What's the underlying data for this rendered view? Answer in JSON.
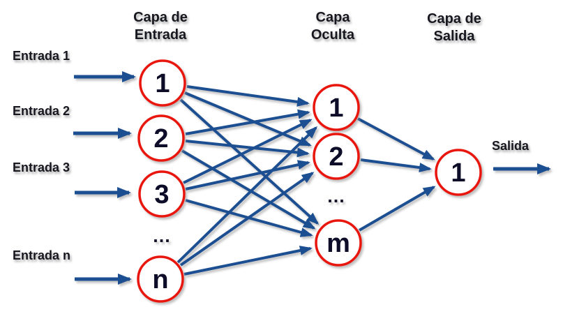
{
  "diagram": {
    "type": "neural-network",
    "background_color": "#ffffff",
    "colors": {
      "arrow": "#1e4f91",
      "node_border": "#e8150d",
      "node_fill": "#ffffff",
      "node_text": "#10102a",
      "label_text": "#17171f"
    },
    "layer_headers": [
      {
        "id": "input",
        "line1": "Capa de",
        "line2": "Entrada"
      },
      {
        "id": "hidden",
        "line1": "Capa",
        "line2": "Oculta"
      },
      {
        "id": "output",
        "line1": "Capa de",
        "line2": "Salida"
      }
    ],
    "input_labels": [
      {
        "text": "Entrada 1"
      },
      {
        "text": "Entrada 2"
      },
      {
        "text": "Entrada 3"
      },
      {
        "text": "Entrada n"
      }
    ],
    "output_label": "Salida",
    "nodes": [
      {
        "id": "input-1",
        "layer": "input",
        "label": "1"
      },
      {
        "id": "input-2",
        "layer": "input",
        "label": "2"
      },
      {
        "id": "input-3",
        "layer": "input",
        "label": "3"
      },
      {
        "id": "input-n",
        "layer": "input",
        "label": "n"
      },
      {
        "id": "hidden-1",
        "layer": "hidden",
        "label": "1"
      },
      {
        "id": "hidden-2",
        "layer": "hidden",
        "label": "2"
      },
      {
        "id": "hidden-m",
        "layer": "hidden",
        "label": "m"
      },
      {
        "id": "output-1",
        "layer": "output",
        "label": "1"
      }
    ],
    "ellipsis": {
      "input": "...",
      "hidden": "..."
    },
    "connections": [
      {
        "from": "input-1",
        "to": "hidden-1"
      },
      {
        "from": "input-1",
        "to": "hidden-2"
      },
      {
        "from": "input-1",
        "to": "hidden-m"
      },
      {
        "from": "input-2",
        "to": "hidden-1"
      },
      {
        "from": "input-2",
        "to": "hidden-2"
      },
      {
        "from": "input-2",
        "to": "hidden-m"
      },
      {
        "from": "input-3",
        "to": "hidden-1"
      },
      {
        "from": "input-3",
        "to": "hidden-2"
      },
      {
        "from": "input-3",
        "to": "hidden-m"
      },
      {
        "from": "input-n",
        "to": "hidden-1"
      },
      {
        "from": "input-n",
        "to": "hidden-2"
      },
      {
        "from": "input-n",
        "to": "hidden-m"
      },
      {
        "from": "hidden-1",
        "to": "output-1"
      },
      {
        "from": "hidden-2",
        "to": "output-1"
      },
      {
        "from": "hidden-m",
        "to": "output-1"
      }
    ]
  }
}
